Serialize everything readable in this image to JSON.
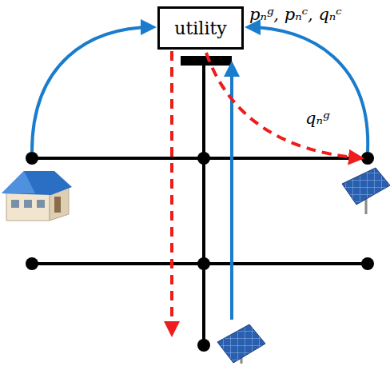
{
  "diagram": {
    "nodes": [
      {
        "text": [
          "utility"
        ]
      }
    ],
    "labels": [
      "pₙᵍ, pₙᶜ, qₙᶜ",
      "qₙᵍ"
    ]
  }
}
